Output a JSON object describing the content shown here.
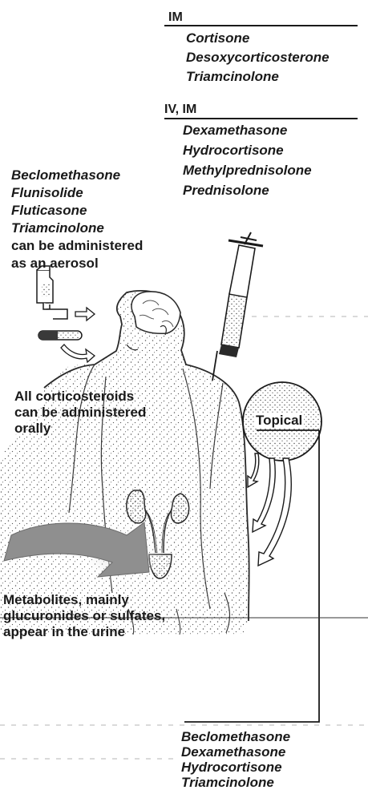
{
  "im": {
    "heading": "IM",
    "drugs": [
      "Cortisone",
      "Desoxycorticosterone",
      "Triamcinolone"
    ]
  },
  "iv_im": {
    "heading": "IV, IM",
    "drugs": [
      "Dexamethasone",
      "Hydrocortisone",
      "Methylprednisolone",
      "Prednisolone"
    ]
  },
  "aerosol": {
    "drugs": [
      "Beclomethasone",
      "Flunisolide",
      "Fluticasone",
      "Triamcinolone"
    ],
    "note": [
      "can be administered",
      "as an aerosol"
    ]
  },
  "oral": {
    "lines": [
      "All corticosteroids",
      "can be administered",
      "orally"
    ]
  },
  "topical": {
    "label": "Topical",
    "drugs": [
      "Beclomethasone",
      "Dexamethasone",
      "Hydrocortisone",
      "Triamcinolone"
    ]
  },
  "metabolites": {
    "lines": [
      "Metabolites, mainly",
      "glucuronides or sulfates,",
      "appear in the urine"
    ]
  },
  "colors": {
    "ink": "#1a1a1a",
    "arrow_fill": "#8f8f8f",
    "body_speckle": "#555555"
  },
  "icons": [
    "body-figure",
    "syringe",
    "inhaler",
    "capsule",
    "kidney",
    "bladder",
    "topical-sphere",
    "excretion-arrow"
  ]
}
